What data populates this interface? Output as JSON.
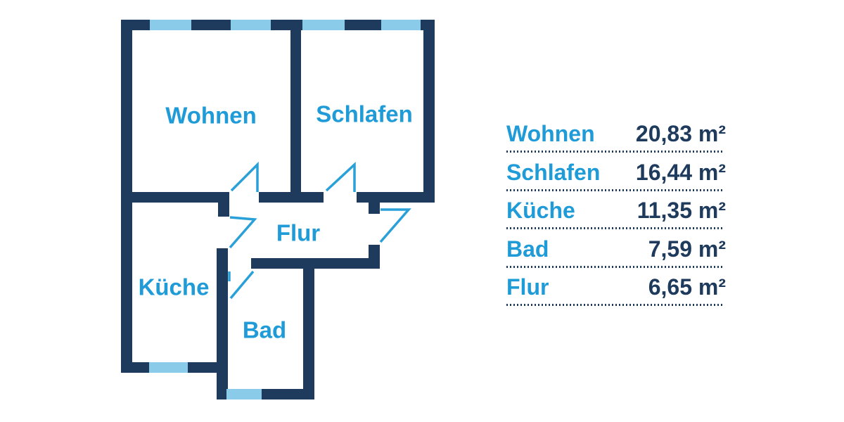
{
  "palette": {
    "wall_navy": "#1e3a5c",
    "window_blue": "#8bcbea",
    "label_cyan": "#1f9cd8",
    "door_cyan": "#2aa0d8",
    "value_navy": "#1e3a5c",
    "background": "#ffffff"
  },
  "floor_plan": {
    "rooms": [
      {
        "id": "wohnen",
        "label": "Wohnen"
      },
      {
        "id": "schlafen",
        "label": "Schlafen"
      },
      {
        "id": "kueche",
        "label": "Küche"
      },
      {
        "id": "flur",
        "label": "Flur"
      },
      {
        "id": "bad",
        "label": "Bad"
      }
    ]
  },
  "area_table": {
    "unit": "m²",
    "rows": [
      {
        "room": "Wohnen",
        "area": "20,83 m²"
      },
      {
        "room": "Schlafen",
        "area": "16,44 m²"
      },
      {
        "room": "Küche",
        "area": "11,35 m²"
      },
      {
        "room": "Bad",
        "area": "7,59 m²"
      },
      {
        "room": "Flur",
        "area": "6,65 m²"
      }
    ]
  }
}
